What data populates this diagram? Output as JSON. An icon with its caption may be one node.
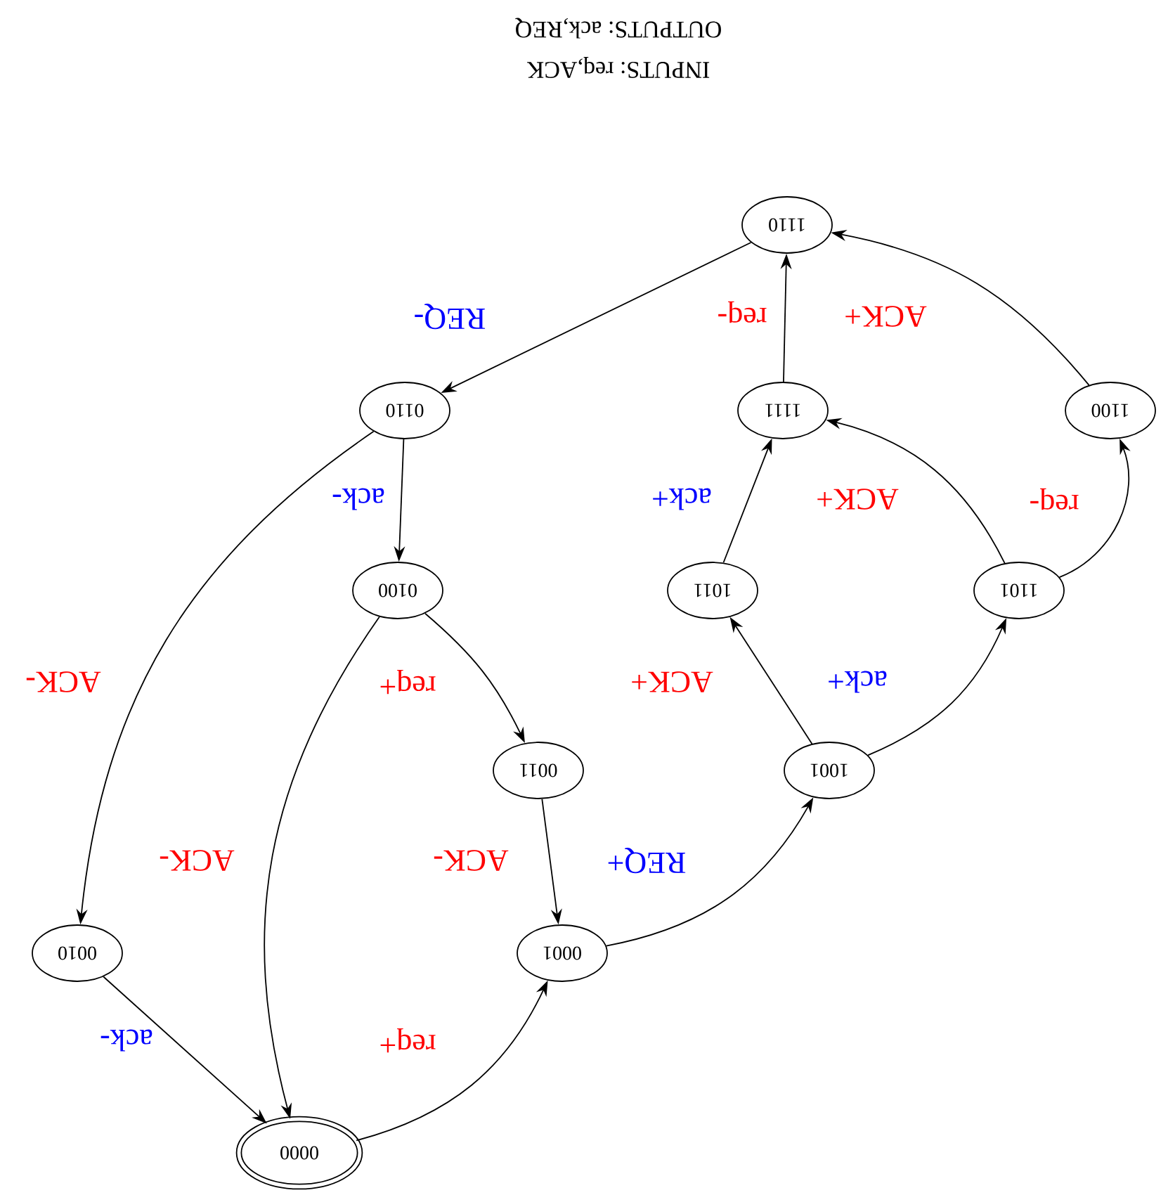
{
  "diagram": {
    "nodes": [
      {
        "text": [
          "0000"
        ]
      },
      {
        "text": [
          "0001"
        ]
      },
      {
        "text": [
          "0010"
        ]
      },
      {
        "text": [
          "1001"
        ]
      },
      {
        "text": [
          "0011"
        ]
      },
      {
        "text": [
          "1101"
        ]
      },
      {
        "text": [
          "1011"
        ]
      },
      {
        "text": [
          "0100"
        ]
      },
      {
        "text": [
          "1100"
        ]
      },
      {
        "text": [
          "1111"
        ]
      },
      {
        "text": [
          "0110"
        ]
      },
      {
        "text": [
          "1110"
        ]
      }
    ],
    "edges": [
      {
        "from": 2,
        "to": 0,
        "arrow": "to",
        "label": "ack-"
      },
      {
        "from": 0,
        "to": 1,
        "arrow": "to",
        "label": "req+"
      },
      {
        "from": 1,
        "to": 3,
        "arrow": "to",
        "label": "REQ+"
      },
      {
        "from": 4,
        "to": 1,
        "arrow": "to",
        "label": "ACK-"
      },
      {
        "from": 7,
        "to": 4,
        "arrow": "to",
        "label": "req+"
      },
      {
        "from": 7,
        "to": 0,
        "arrow": "to",
        "label": "ACK-"
      },
      {
        "from": 10,
        "to": 7,
        "arrow": "to",
        "label": "ack-"
      },
      {
        "from": 10,
        "to": 2,
        "arrow": "to",
        "label": "ACK-"
      },
      {
        "from": 11,
        "to": 10,
        "arrow": "to",
        "label": "REQ-"
      },
      {
        "from": 9,
        "to": 11,
        "arrow": "to",
        "label": "req-"
      },
      {
        "from": 8,
        "to": 11,
        "arrow": "to",
        "label": "ACK+"
      },
      {
        "from": 3,
        "to": 6,
        "arrow": "to",
        "label": "ACK+"
      },
      {
        "from": 3,
        "to": 5,
        "arrow": "to",
        "label": "ack+"
      },
      {
        "from": 6,
        "to": 9,
        "arrow": "to",
        "label": "ack+"
      },
      {
        "from": 5,
        "to": 9,
        "arrow": "to",
        "label": "ACK+"
      },
      {
        "from": 5,
        "to": 8,
        "arrow": "to",
        "label": "req-"
      }
    ],
    "labels": [
      "INPUTS: req,ACK",
      "OUTPUTS: ack,REQ"
    ]
  }
}
